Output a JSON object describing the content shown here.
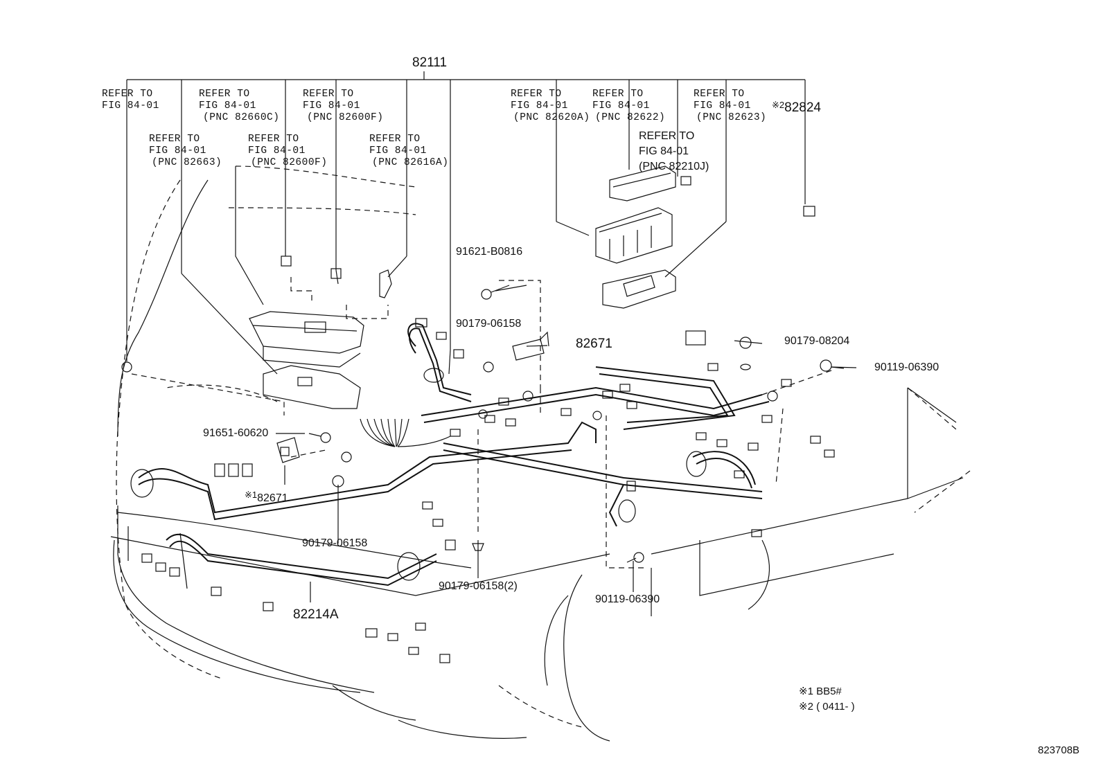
{
  "title_part": "82111",
  "refer_blocks": [
    {
      "id": "r1",
      "lines": [
        "REFER TO",
        "FIG 84-01"
      ]
    },
    {
      "id": "r2",
      "lines": [
        "REFER TO",
        "FIG 84-01",
        "(PNC 82660C)"
      ]
    },
    {
      "id": "r3",
      "lines": [
        "REFER TO",
        "FIG 84-01",
        "(PNC 82600F)"
      ]
    },
    {
      "id": "r4",
      "lines": [
        "REFER TO",
        "FIG 84-01",
        "(PNC 82663)"
      ]
    },
    {
      "id": "r5",
      "lines": [
        "REFER TO",
        "FIG 84-01",
        "(PNC 82600F)"
      ]
    },
    {
      "id": "r6",
      "lines": [
        "REFER TO",
        "FIG 84-01",
        "(PNC 82616A)"
      ]
    },
    {
      "id": "r7",
      "lines": [
        "REFER TO",
        "FIG 84-01",
        "(PNC 82620A)"
      ]
    },
    {
      "id": "r8",
      "lines": [
        "REFER TO",
        "FIG 84-01",
        "(PNC 82622)"
      ]
    },
    {
      "id": "r9",
      "lines": [
        "REFER TO",
        "FIG 84-01",
        "(PNC 82623)"
      ]
    },
    {
      "id": "r10",
      "lines": [
        "REFER TO",
        "FIG  84-01",
        "(PNC 82210J)"
      ]
    }
  ],
  "parts": {
    "p82824_mark": "※2",
    "p82824": "82824",
    "p91621": "91621-B0816",
    "p90179_06158_top": "90179-06158",
    "p82671": "82671",
    "p90179_08204": "90179-08204",
    "p90119_06390_right": "90119-06390",
    "p91651": "91651-60620",
    "p82671_b_mark": "※1",
    "p82671_b": "82671",
    "p90179_06158_bottom": "90179-06158",
    "p90179_06158_2": "90179-06158(2)",
    "p90119_06390_bottom": "90119-06390",
    "p82214A": "82214A"
  },
  "notes": [
    "※1  BB5#",
    "※2  ( 0411-        )"
  ],
  "figure_id": "823708B"
}
